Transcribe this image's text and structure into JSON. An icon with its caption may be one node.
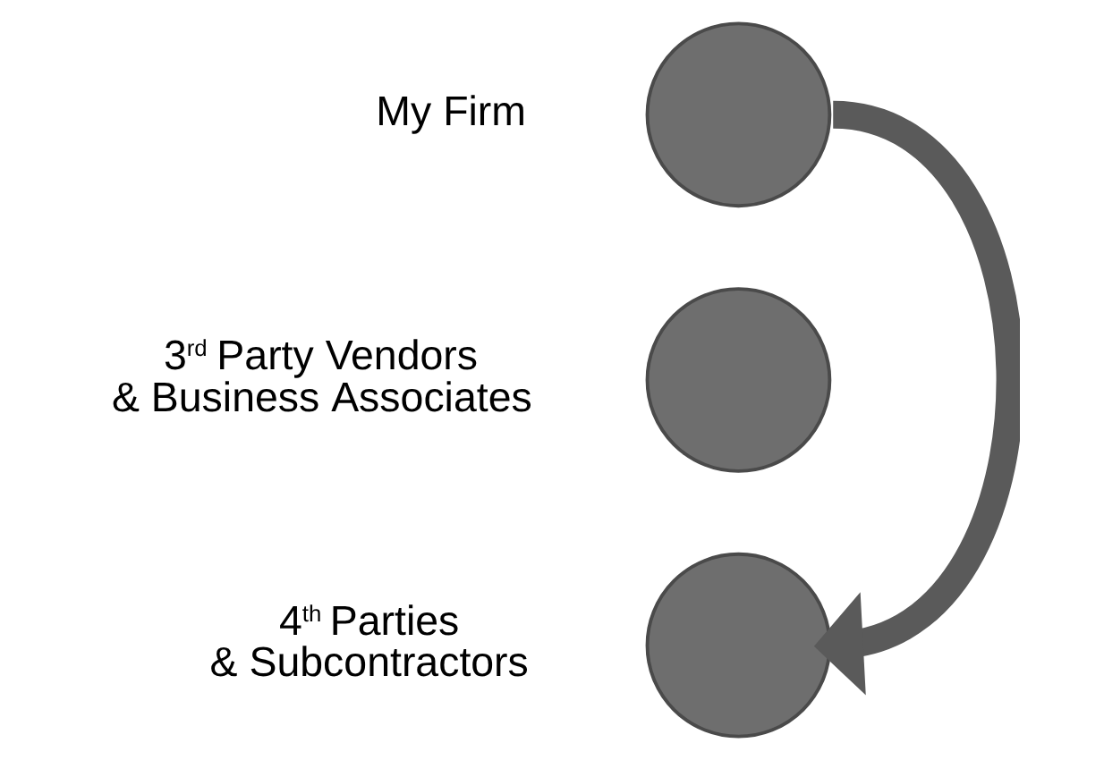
{
  "diagram": {
    "nodes": [
      {
        "text": [],
        "shape": "circle",
        "beside": [
          "My Firm"
        ]
      },
      {
        "text": [],
        "shape": "circle",
        "beside": [
          "3$^{rd}$ Party Vendors & Business Associates"
        ]
      },
      {
        "text": [],
        "shape": "circle",
        "beside": [
          "4$^{th}$ Parties & Subcontractors"
        ]
      }
    ],
    "edges": [
      {
        "from": 0,
        "to": 2,
        "arrow": "to"
      }
    ]
  }
}
